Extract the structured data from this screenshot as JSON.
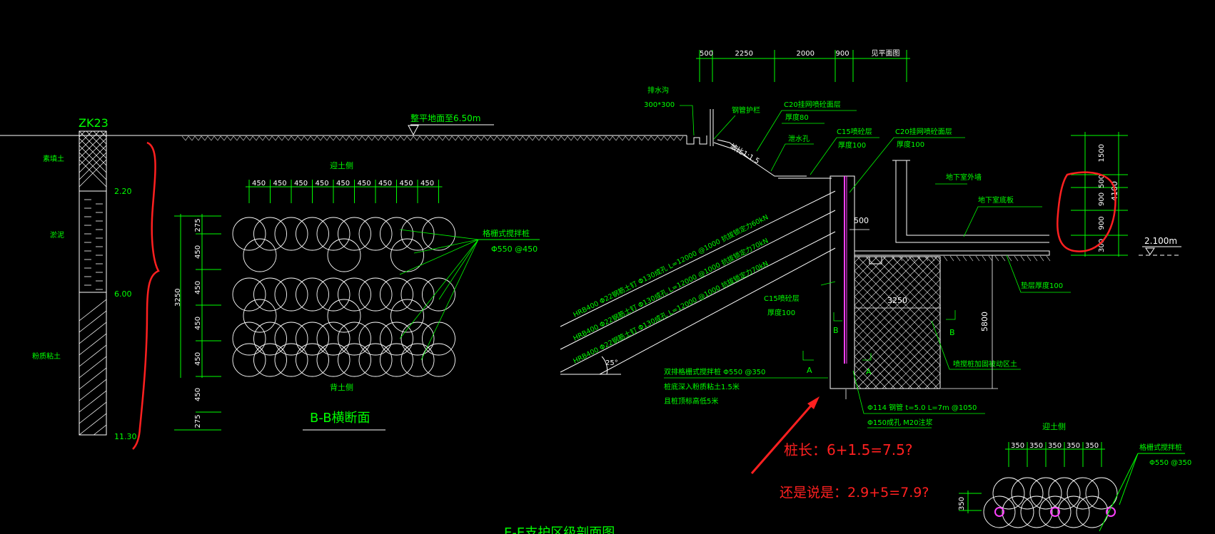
{
  "borehole": {
    "id": "ZK23",
    "layers": [
      "素填土",
      "淤泥",
      "粉质粘土"
    ],
    "depths": [
      "2.20",
      "6.00",
      "11.30"
    ]
  },
  "ground": {
    "label": "整平地面至6.50m"
  },
  "section_bb": {
    "top_label": "迎土侧",
    "bottom_label": "背土侧",
    "title": "B-B横断面",
    "spacing_dims": [
      "450",
      "450",
      "450",
      "450",
      "450",
      "450",
      "450",
      "450",
      "450"
    ],
    "left_dims": [
      "275",
      "450",
      "450",
      "450",
      "450",
      "450",
      "275"
    ],
    "total_dim": "3250",
    "pile_label": "格栅式搅拌桩",
    "pile_spec": "Φ550 @450"
  },
  "top_dims": [
    "500",
    "2250",
    "2000",
    "900",
    "见平面图"
  ],
  "callouts": {
    "drain": "排水沟",
    "drain_size": "300*300",
    "railing": "钢管护栏",
    "c20_a": "C20挂网喷砼面层",
    "c20_a_t": "厚度80",
    "slope": "坡比1:1.5",
    "drain2": "泄水孔",
    "c15_a": "C15喷砼层",
    "c15_a_t": "厚度100",
    "c20_b": "C20挂网喷砼面层",
    "c20_b_t": "厚度100",
    "base_wall": "地下室外墙",
    "base_floor": "地下室底板",
    "c15_b": "C15喷砼层",
    "c15_b_t": "厚度100",
    "cushion": "垫层厚度100",
    "dim_500": "500",
    "dim_3250": "3250",
    "dim_5800": "5800",
    "nail1": "HRB400 Φ22钢筋土钉 Φ130成孔 L=12000 @1000 抗拔锁定力60kN",
    "nail2": "HRB400 Φ22钢筋土钉 Φ130成孔 L=12000 @1000 抗拔锁定力70kN",
    "nail3": "HRB400 Φ22钢筋土钉 Φ130成孔 L=12000 @1000 抗拔锁定力70kN",
    "angle": "25°",
    "pile_row1": "双排格栅式搅拌桩 Φ550 @350",
    "pile_row2": "桩底深入粉质粘土1.5米",
    "pile_row3": "且桩顶标高低5米",
    "mud_label": "喷搅桩加固被动区土",
    "pipe1": "Φ114 钢管 t=5.0 L=7m @1050",
    "pipe2": "Φ150成孔 M20注浆",
    "mark_a": "A",
    "mark_b": "B",
    "elev_right": "2.100m"
  },
  "right_dims": [
    "1500",
    "500",
    "900",
    "900",
    "300"
  ],
  "right_total": "4100",
  "bottom_right": {
    "top_label": "迎土侧",
    "dims": [
      "350",
      "350",
      "350",
      "350",
      "350"
    ],
    "left_dim": "350",
    "pile_label": "格栅式搅拌桩",
    "pile_spec": "Φ550 @350"
  },
  "question": {
    "line1": "桩长：6+1.5=7.5?",
    "line2": "还是说是：2.9+5=7.9?"
  },
  "bottom_cut": "E-E支护区级剖面图"
}
